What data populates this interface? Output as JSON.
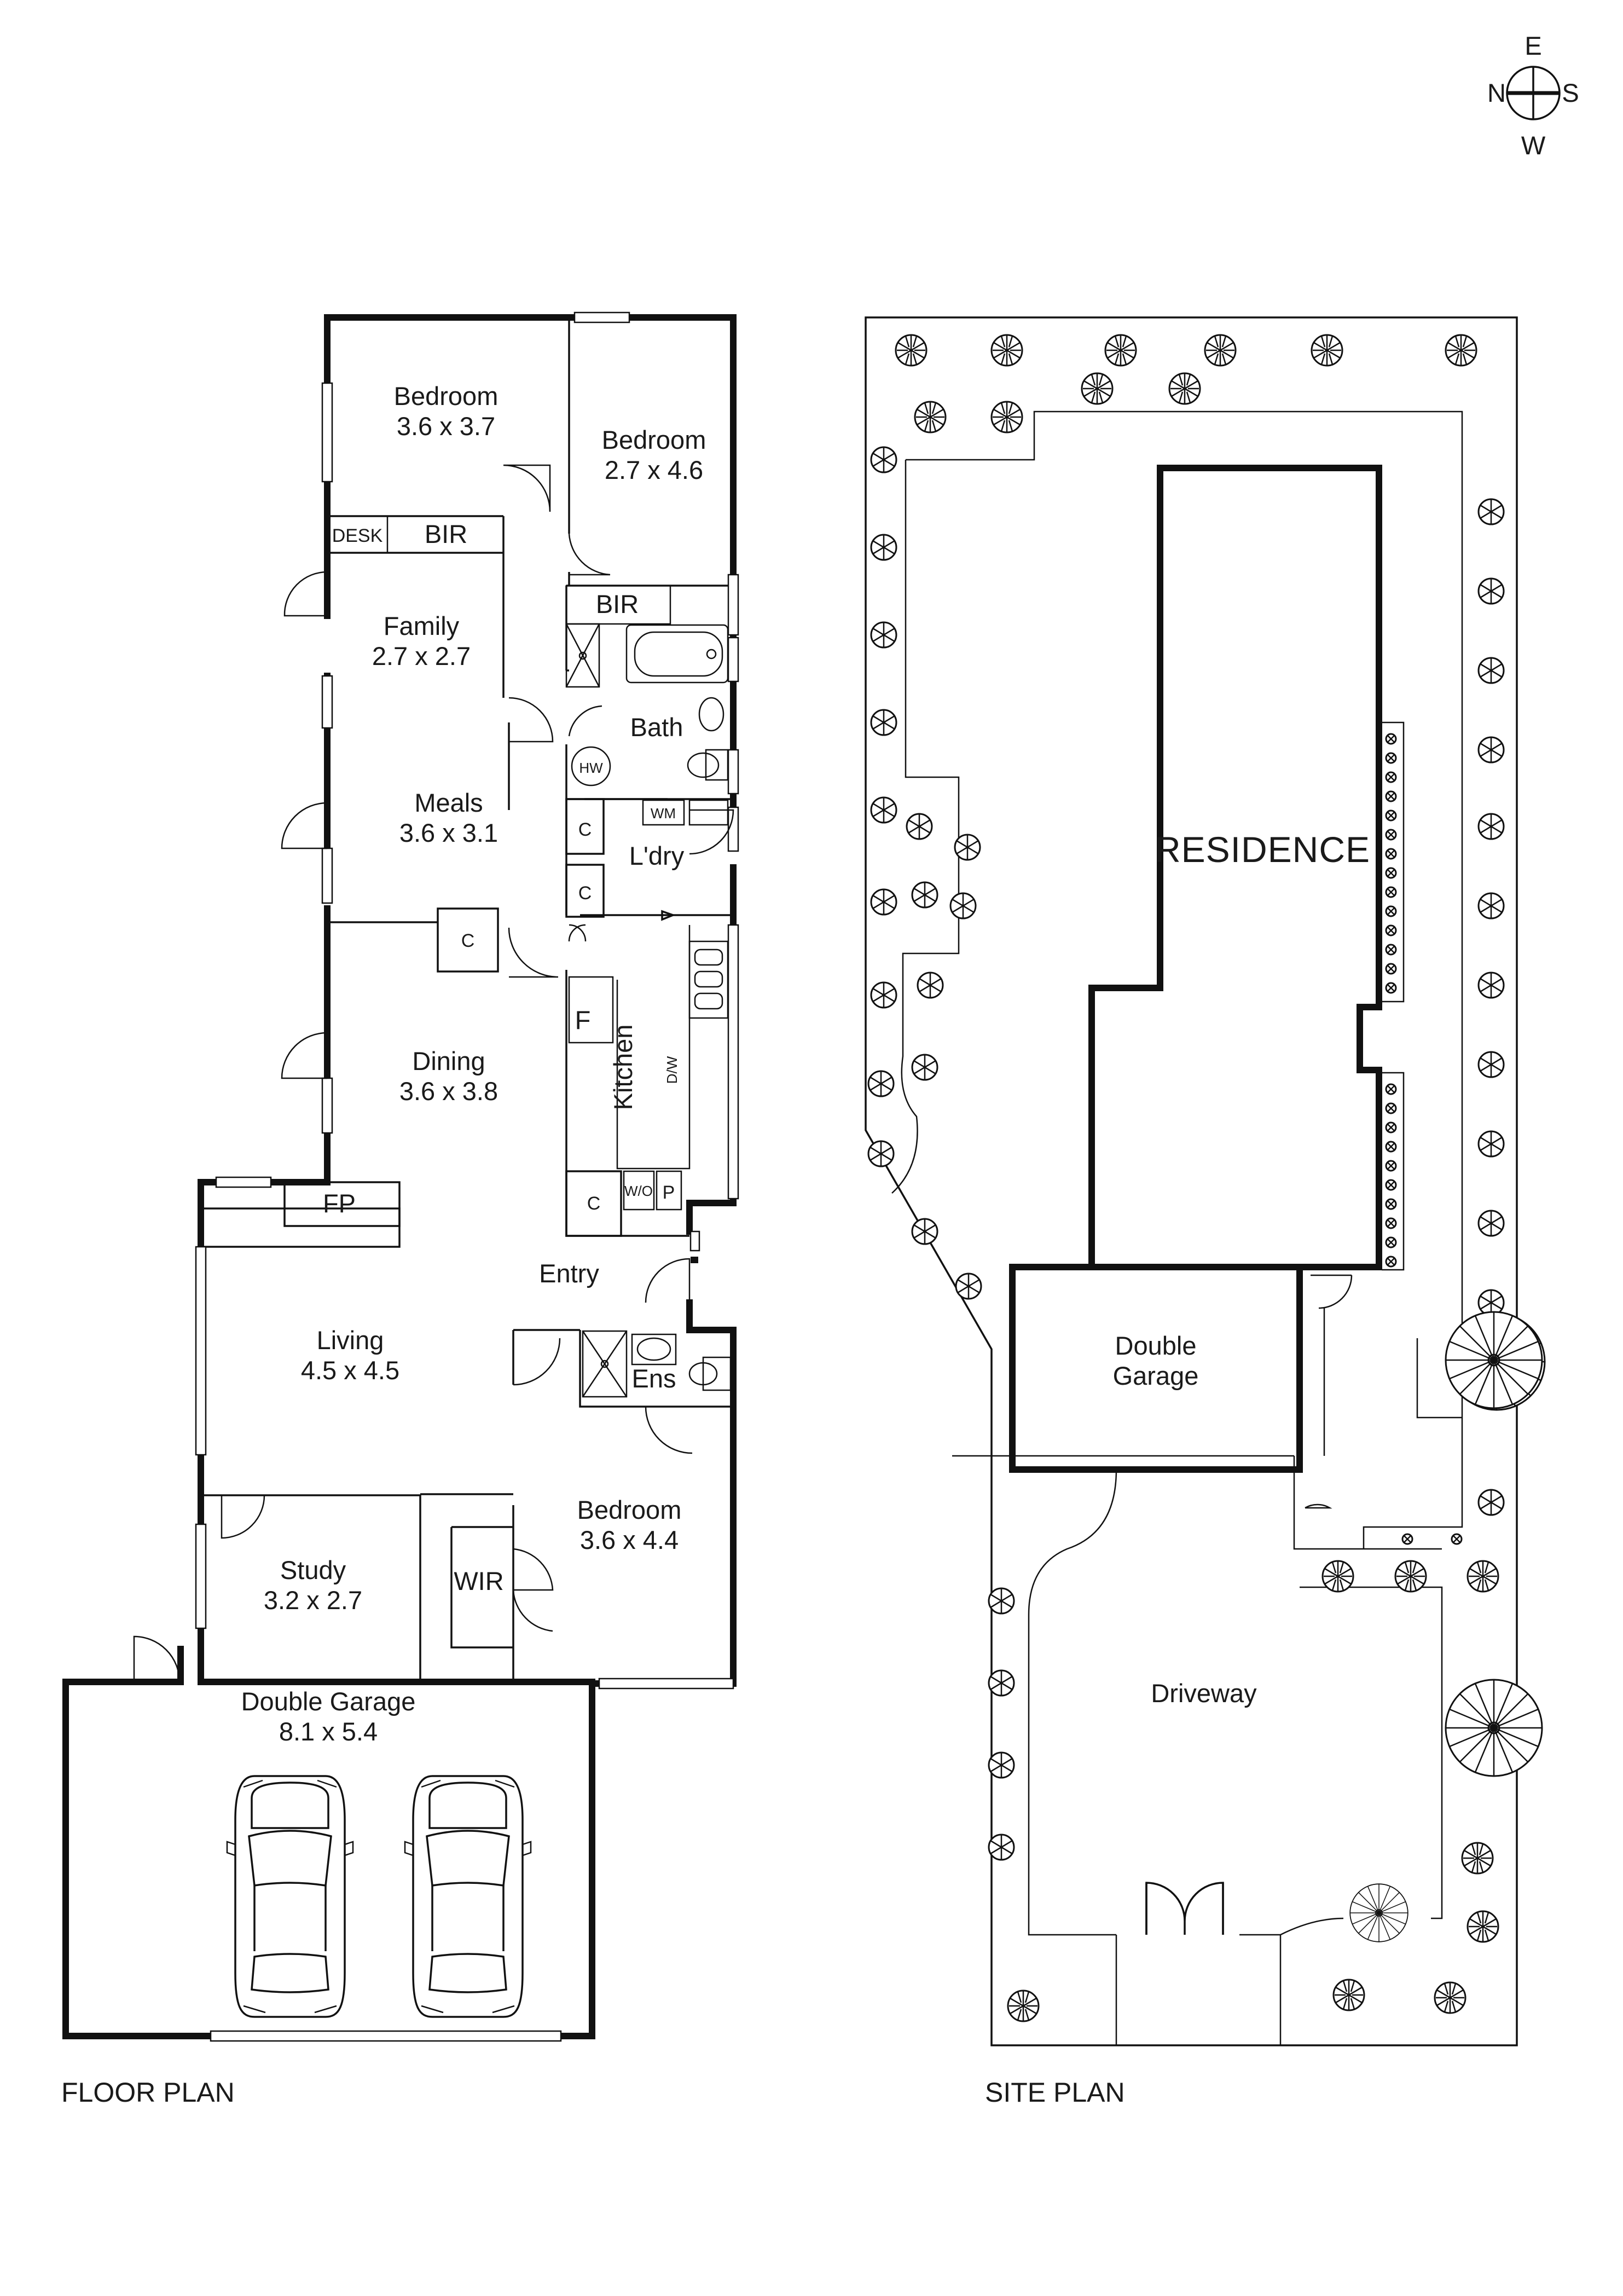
{
  "compass": {
    "north": "N",
    "east": "E",
    "south": "S",
    "west": "W"
  },
  "floor_plan": {
    "caption": "FLOOR PLAN",
    "rooms": {
      "bedroom1": {
        "name": "Bedroom",
        "size": "3.6 x 3.7"
      },
      "bedroom2": {
        "name": "Bedroom",
        "size": "2.7 x 4.6"
      },
      "family": {
        "name": "Family",
        "size": "2.7 x 2.7"
      },
      "meals": {
        "name": "Meals",
        "size": "3.6 x 3.1"
      },
      "dining": {
        "name": "Dining",
        "size": "3.6 x 3.8"
      },
      "living": {
        "name": "Living",
        "size": "4.5 x 4.5"
      },
      "study": {
        "name": "Study",
        "size": "3.2 x 2.7"
      },
      "bedroom3": {
        "name": "Bedroom",
        "size": "3.6 x 4.4"
      },
      "garage": {
        "name": "Double Garage",
        "size": "8.1 x 5.4"
      }
    },
    "fixtures": {
      "desk": "DESK",
      "bir1": "BIR",
      "bir2": "BIR",
      "bath": "Bath",
      "hw": "HW",
      "wm": "WM",
      "laundry": "L'dry",
      "cupboard": "C",
      "kitchen": "Kitchen",
      "fridge": "F",
      "dishwasher": "D/W",
      "wall_oven": "W/O",
      "pantry": "P",
      "fireplace": "FP",
      "entry": "Entry",
      "ensuite": "Ens",
      "wir": "WIR"
    }
  },
  "site_plan": {
    "caption": "SITE PLAN",
    "residence": "RESIDENCE",
    "garage": "Double Garage",
    "garage_line1": "Double",
    "garage_line2": "Garage",
    "driveway": "Driveway"
  }
}
